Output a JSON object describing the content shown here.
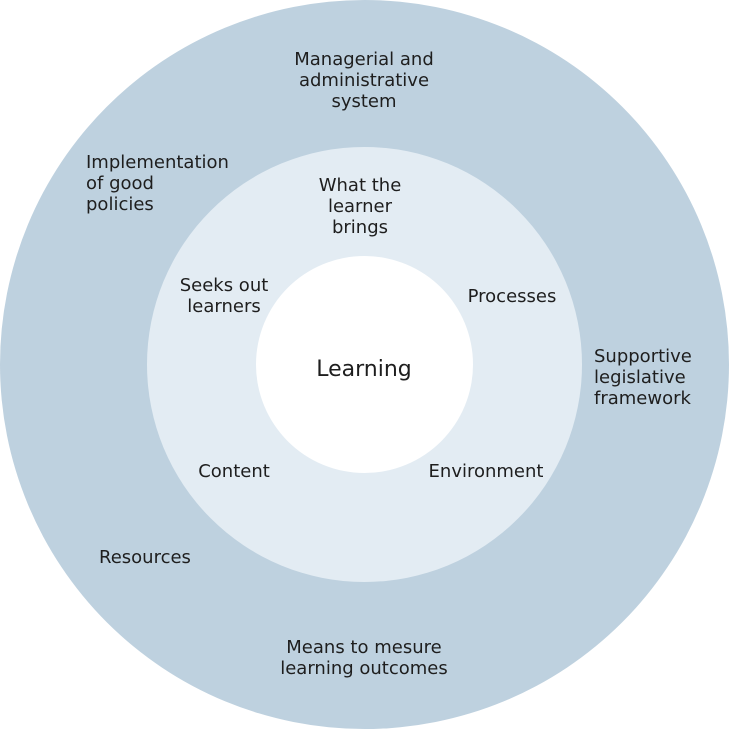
{
  "diagram": {
    "center": {
      "label": "Learning"
    },
    "middle_ring": {
      "labels": {
        "what_learner_brings": "What the\nlearner\nbrings",
        "seeks_out_learners": "Seeks out\nlearners",
        "processes": "Processes",
        "content": "Content",
        "environment": "Environment"
      }
    },
    "outer_ring": {
      "labels": {
        "managerial": "Managerial and\nadministrative\nsystem",
        "implementation": "Implementation\nof good\npolicies",
        "supportive": "Supportive\nlegislative\nframework",
        "resources": "Resources",
        "means": "Means to mesure\nlearning outcomes"
      }
    },
    "colors": {
      "outer_ring": "#bed1df",
      "middle_ring": "#e3ecf3",
      "inner_circle": "#ffffff",
      "text": "#1e1e1e"
    }
  }
}
